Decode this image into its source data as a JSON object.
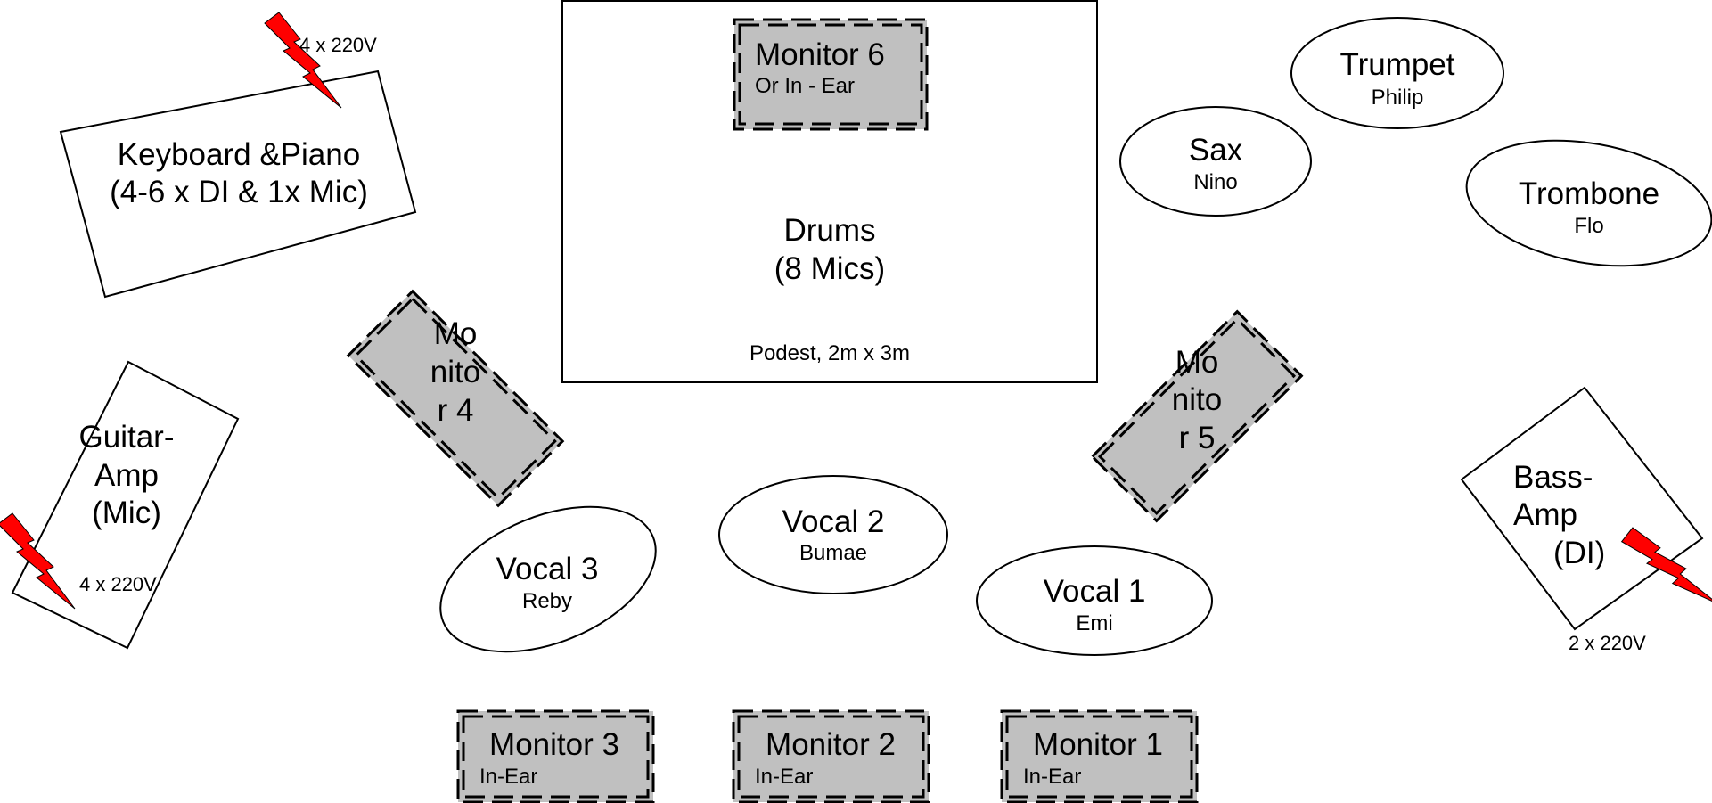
{
  "drums": {
    "title": "Drums",
    "mics": "(8 Mics)",
    "podest": "Podest, 2m x 3m"
  },
  "keyboard": {
    "line1": "Keyboard &Piano",
    "line2": "(4-6 x DI & 1x Mic)",
    "power": "4 x 220V"
  },
  "guitar": {
    "line1": "Guitar-",
    "line2": "Amp",
    "line3": "(Mic)",
    "power": "4 x 220V"
  },
  "bass": {
    "line1": "Bass-",
    "line2": "Amp",
    "line3": "(DI)",
    "power": "2 x 220V"
  },
  "horns": [
    {
      "name": "Trumpet",
      "player": "Philip"
    },
    {
      "name": "Sax",
      "player": "Nino"
    },
    {
      "name": "Trombone",
      "player": "Flo"
    }
  ],
  "vocals": [
    {
      "name": "Vocal 1",
      "singer": "Emi"
    },
    {
      "name": "Vocal 2",
      "singer": "Bumae"
    },
    {
      "name": "Vocal 3",
      "singer": "Reby"
    }
  ],
  "monitors": {
    "m1": {
      "name": "Monitor 1",
      "note": "In-Ear"
    },
    "m2": {
      "name": "Monitor 2",
      "note": "In-Ear"
    },
    "m3": {
      "name": "Monitor 3",
      "note": "In-Ear"
    },
    "m4": {
      "l1": "Mo",
      "l2": "nito",
      "l3": "r 4"
    },
    "m5": {
      "l1": "Mo",
      "l2": "nito",
      "l3": "r 5"
    },
    "m6": {
      "name": "Monitor 6",
      "note": "Or In - Ear"
    }
  },
  "icons": {
    "power": "lightning-bolt-icon"
  },
  "colors": {
    "monitor_fill": "#c0c0c0",
    "bolt": "#ff0000"
  }
}
